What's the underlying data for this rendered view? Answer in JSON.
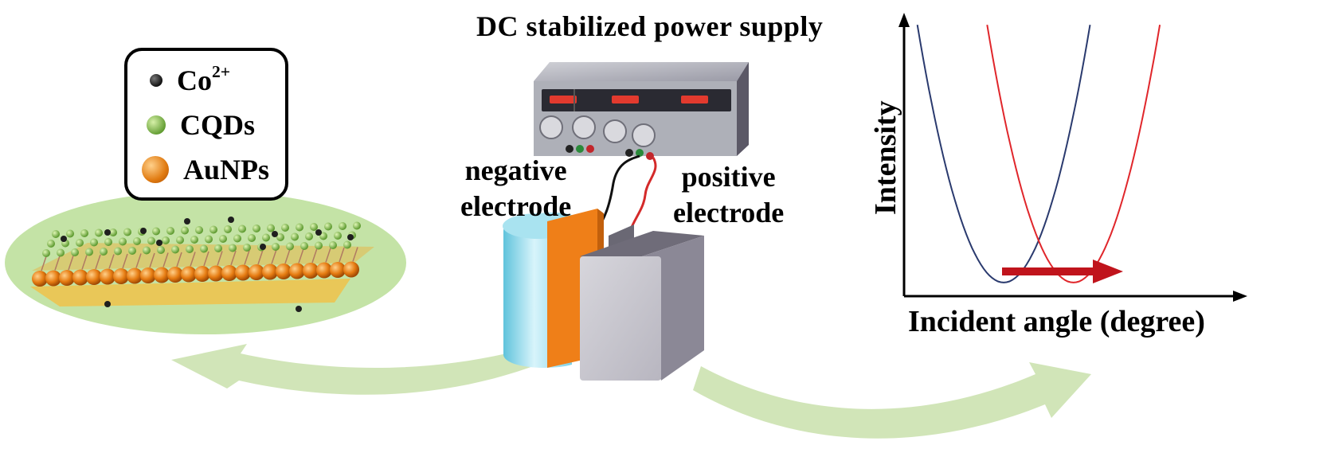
{
  "title": "DC stabilized power supply",
  "electrodes": {
    "negative": [
      "negative",
      "electrode"
    ],
    "positive": [
      "positive",
      "electrode"
    ]
  },
  "legend": [
    {
      "base": "Co",
      "sup": "2+",
      "icon": "co-ion-dot-icon",
      "color": "#1f1f1f"
    },
    {
      "base": "CQDs",
      "sup": "",
      "icon": "cqd-dot-icon",
      "color": "#7db843"
    },
    {
      "base": "AuNPs",
      "sup": "",
      "icon": "aunp-dot-icon",
      "color": "#f08a1c"
    }
  ],
  "chart_data": {
    "type": "line",
    "xlabel": "Incident angle (degree)",
    "ylabel": "Intensity",
    "ticks": false,
    "series": [
      {
        "color": "#2a3a6e",
        "min_x": 0.3,
        "min_y": 0.05
      },
      {
        "color": "#e0262b",
        "min_x": 0.51,
        "min_y": 0.05
      }
    ],
    "shift_arrow": {
      "direction": "right",
      "color": "#c0141c"
    }
  },
  "colors": {
    "arrow_green": "#cfe4b4",
    "film_green": "#c4e3a6",
    "electrode_orange": "#ef7f18",
    "electrode_cyan": "#8ed8ec",
    "box_gray": "#8b8896"
  }
}
